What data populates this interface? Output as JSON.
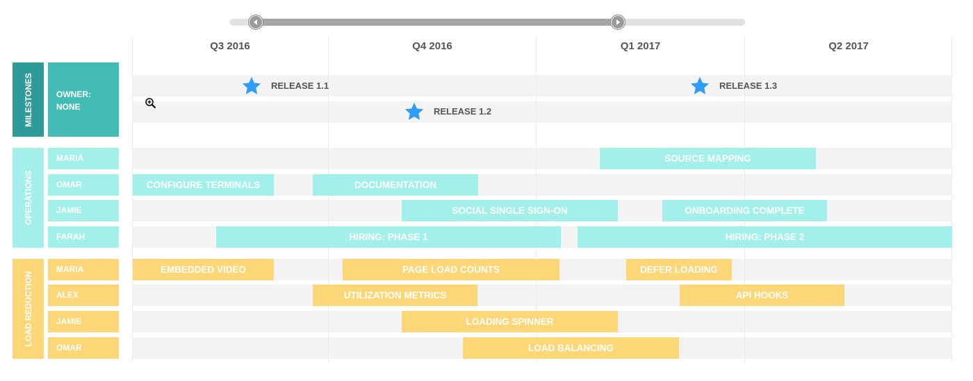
{
  "quarters": [
    "Q3 2016",
    "Q4 2016",
    "Q1 2017",
    "Q2 2017"
  ],
  "groups": {
    "milestones": "MILESTONES",
    "operations": "OPERATIONS",
    "load_reduction": "LOAD REDUCTION"
  },
  "milestone_owner": "OWNER: NONE",
  "milestones": [
    "RELEASE 1.1",
    "RELEASE 1.2",
    "RELEASE 1.3"
  ],
  "operations_owners": [
    "MARIA",
    "OMAR",
    "JAMIE",
    "FARAH"
  ],
  "load_owners": [
    "MARIA",
    "ALEX",
    "JAMIE",
    "OMAR"
  ],
  "operations_tasks": [
    "SOURCE MAPPING",
    "CONFIGURE TERMINALS",
    "DOCUMENTATION",
    "SOCIAL SINGLE SIGN-ON",
    "ONBOARDING COMPLETE",
    "HIRING: PHASE 1",
    "HIRING: PHASE 2"
  ],
  "load_tasks": [
    "EMBEDDED VIDEO",
    "PAGE LOAD COUNTS",
    "DEFER LOADING",
    "UTILIZATION METRICS",
    "API HOOKS",
    "LOADING SPINNER",
    "LOAD BALANCING"
  ],
  "colors": {
    "milestones": "#2f9b99",
    "milestone_owner": "#44bcb6",
    "operations": "#a3f0ea",
    "load_reduction": "#fcd677",
    "star": "#2f9cf5"
  }
}
